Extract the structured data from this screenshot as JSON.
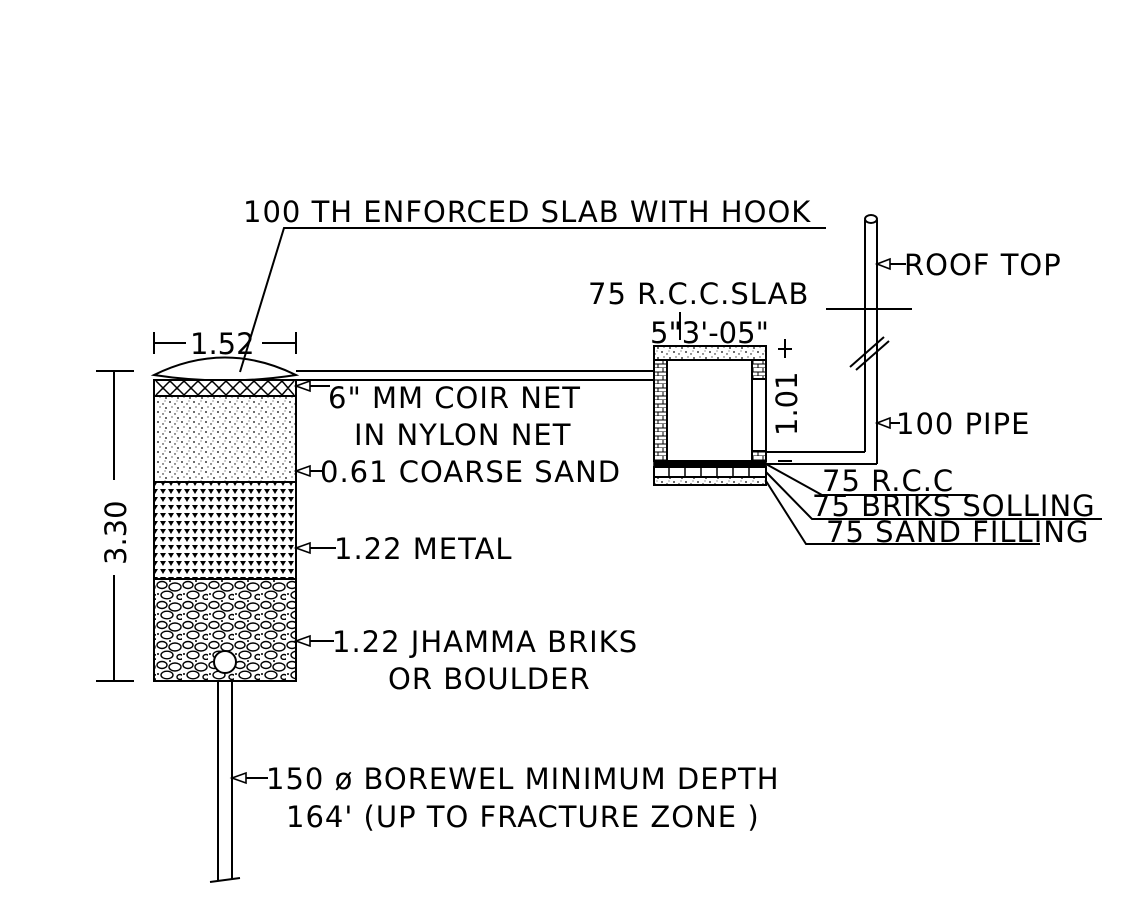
{
  "labels": {
    "enforced_slab": "100 TH ENFORCED SLAB WITH HOOK",
    "roof_top": "ROOF TOP",
    "rcc_slab": "75 R.C.C.SLAB",
    "slab_dims": "5\"3'-05\"",
    "width": "1.52",
    "height_total": "3.30",
    "chamber_height": "1.01",
    "coir_net_1": "6\" MM COIR NET",
    "coir_net_2": "IN NYLON NET",
    "coarse_sand": "0.61 COARSE SAND",
    "metal": "1.22 METAL",
    "jhamma_1": "1.22 JHAMMA BRIKS",
    "jhamma_2": "OR BOULDER",
    "pipe": "100 PIPE",
    "rcc": "75 R.C.C",
    "briks_solling": "75 BRIKS SOLLING",
    "sand_filling": "75 SAND FILLING",
    "borewell_1": "150  ø BOREWEL MINIMUM DEPTH",
    "borewell_2": "164' (UP TO FRACTURE ZONE )"
  },
  "colors": {
    "ink": "#000000",
    "paper": "#ffffff"
  }
}
